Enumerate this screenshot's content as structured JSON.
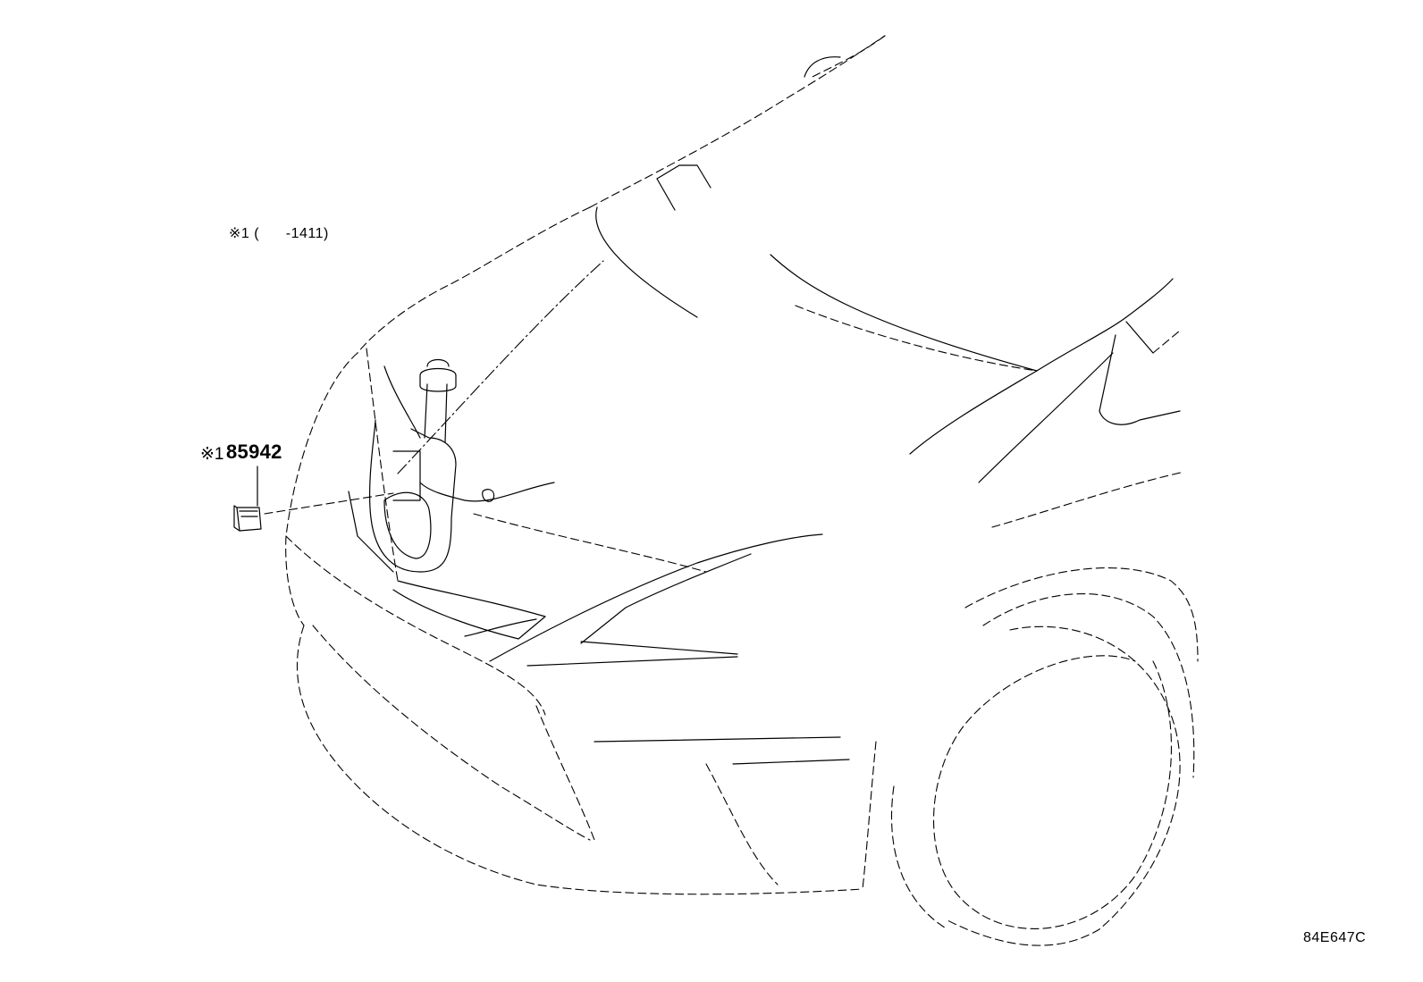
{
  "labels": {
    "note": "※1 (      -1411)",
    "part_prefix": "※1",
    "part_number": "85942",
    "diagram_code": "84E647C"
  },
  "colors": {
    "background": "#ffffff",
    "line": "#000000"
  }
}
